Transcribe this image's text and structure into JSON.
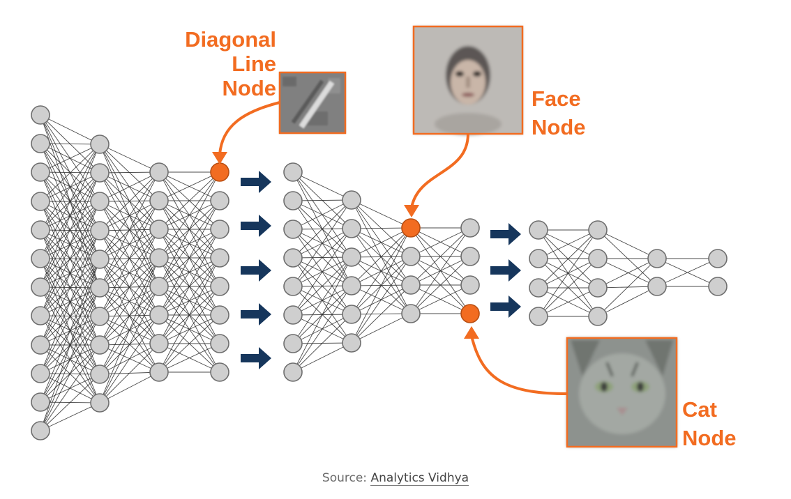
{
  "labels": {
    "diagonal": [
      "Diagonal",
      "Line",
      "Node"
    ],
    "face": [
      "Face",
      "Node"
    ],
    "cat": [
      "Cat",
      "Node"
    ]
  },
  "caption": {
    "prefix": "Source: ",
    "link": "Analytics Vidhya"
  },
  "colors": {
    "highlight": "#f26c21",
    "node_fill": "#cfcfcf",
    "arrow": "#16365c"
  }
}
